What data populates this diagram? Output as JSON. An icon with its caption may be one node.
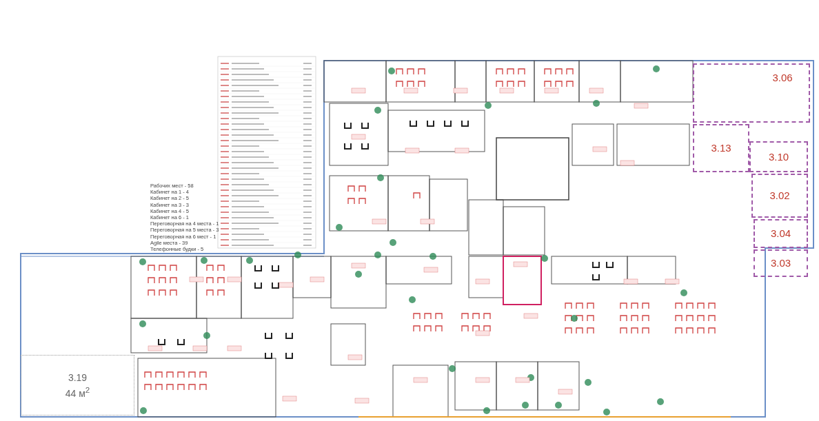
{
  "diagram": {
    "nodes": [
      {
        "text": [
          "3.06"
        ]
      },
      {
        "text": [
          "3.13"
        ]
      },
      {
        "text": [
          "3.10"
        ]
      },
      {
        "text": [
          "3.02"
        ]
      },
      {
        "text": [
          "3.04"
        ]
      },
      {
        "text": [
          "3.03"
        ]
      },
      {
        "text": [
          "3.19",
          "44 м$^{2}$"
        ]
      }
    ],
    "edges": [],
    "labels": [
      "Рабочих мест - 58",
      "Кабинет на 1 - 4",
      "Кабинет на 2 - 5",
      "Кабинет на 3 - 3",
      "Кабинет на 4 - 5",
      "Кабинет на 6 - 1",
      "Переговорная на 4 места - 1",
      "Переговорная на 5 места - 3",
      "Переговорная на 6 мест - 1",
      "Agile места - 39",
      "Телефонные будки - 5"
    ]
  }
}
